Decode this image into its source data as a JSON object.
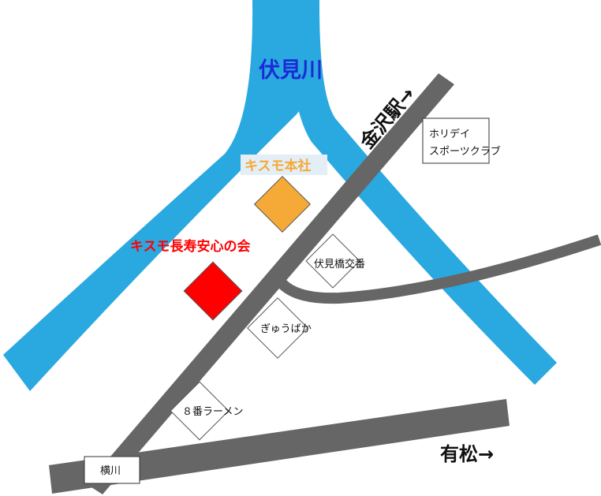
{
  "river": {
    "label": "伏見川",
    "color": "#2aa8e0",
    "label_color": "#1a2bd6"
  },
  "road": {
    "color": "#666666"
  },
  "rail": {
    "label": "金沢駅→"
  },
  "destinations": {
    "arimatsu": "有松→",
    "yokokawa": "横川"
  },
  "buildings": {
    "kisumo_hq": {
      "label": "キスモ本社",
      "color": "#f5a937",
      "label_color": "#f5a937",
      "label_bg": "#e3eef6"
    },
    "kisumo_association": {
      "label": "キスモ長寿安心の会",
      "color": "#ff0000",
      "label_color": "#ff0000"
    },
    "holiday_sports_club": {
      "line1": "ホリデイ",
      "line2": "スポーツクラブ"
    }
  },
  "landmarks": {
    "koban": "伏見橋交番",
    "gyuubaka": "ぎゅうばか",
    "hachiban_ramen": "８番ラーメン"
  }
}
